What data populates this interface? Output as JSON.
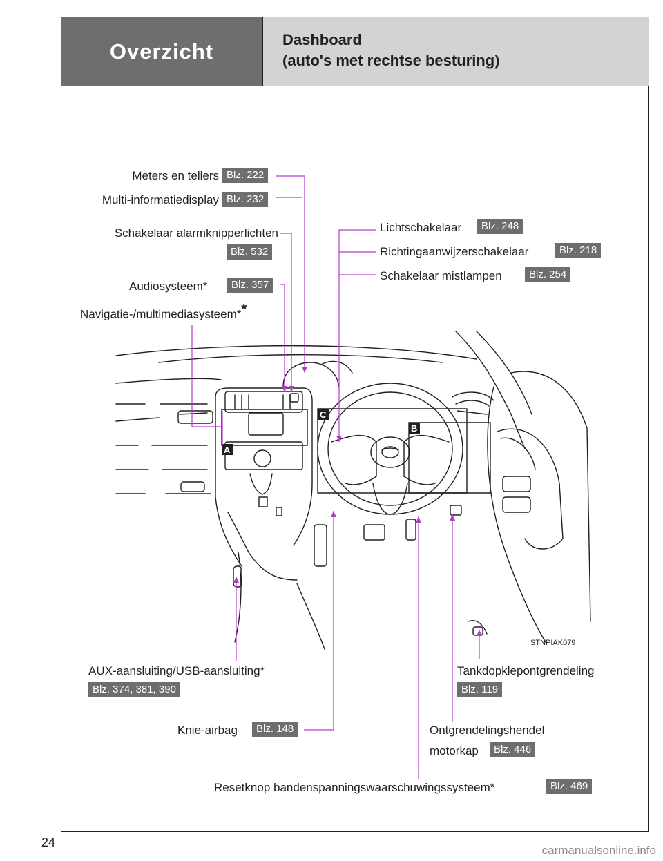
{
  "header": {
    "section": "Overzicht",
    "title_line1": "Dashboard",
    "title_line2": "(auto's met rechtse besturing)"
  },
  "labels": {
    "meters": {
      "text": "Meters en tellers",
      "page": "Blz. 222"
    },
    "multi": {
      "text": "Multi-informatiedisplay",
      "page": "Blz. 232"
    },
    "alarm": {
      "text": "Schakelaar alarmknipperlichten",
      "page": "Blz. 532"
    },
    "audio": {
      "text": "Audiosysteem",
      "star": "*",
      "page": "Blz. 357"
    },
    "navi": {
      "text": "Navigatie-/multimediasysteem",
      "star": "*"
    },
    "licht": {
      "text": "Lichtschakelaar",
      "page": "Blz. 248"
    },
    "richting": {
      "text": "Richtingaanwijzerschakelaar",
      "page": "Blz. 218"
    },
    "mist": {
      "text": "Schakelaar mistlampen",
      "page": "Blz. 254"
    },
    "aux": {
      "text": "AUX-aansluiting/USB-aansluiting",
      "star": "*",
      "page": "Blz. 374, 381, 390"
    },
    "tank": {
      "text": "Tankdopklepontgrendeling",
      "page": "Blz. 119"
    },
    "knie": {
      "text": "Knie-airbag",
      "page": "Blz. 148"
    },
    "motor": {
      "text_line1": "Ontgrendelingshendel",
      "text_line2": "motorkap",
      "page": "Blz. 446"
    },
    "reset": {
      "text": "Resetknop bandenspanningswaarschuwingssysteem",
      "star": "*",
      "page": "Blz. 469"
    }
  },
  "figure": {
    "code": "STNPIAK079",
    "callouts": [
      "A",
      "B",
      "C"
    ]
  },
  "page_number": "24",
  "watermark": "carmanualsonline.info",
  "colors": {
    "leader": "#b23ec8",
    "tag_bg": "#6d6e70",
    "header_dark": "#6d6e70",
    "header_light": "#d1d3d4"
  }
}
